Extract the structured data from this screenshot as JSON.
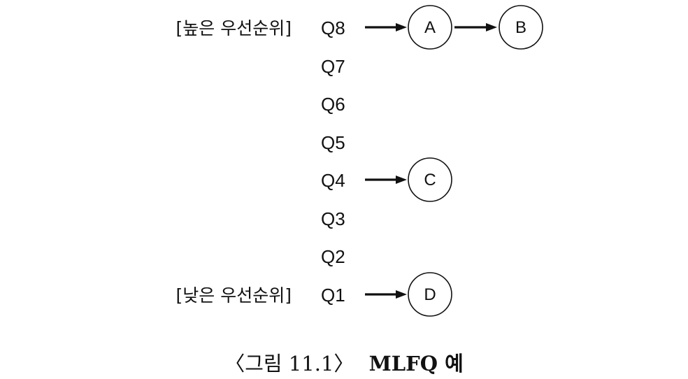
{
  "labels": {
    "high_priority": "[높은 우선순위]",
    "low_priority": "[낮은 우선순위]"
  },
  "queues": [
    "Q8",
    "Q7",
    "Q6",
    "Q5",
    "Q4",
    "Q3",
    "Q2",
    "Q1"
  ],
  "nodes": {
    "a": "A",
    "b": "B",
    "c": "C",
    "d": "D"
  },
  "caption": {
    "prefix": "〈그림 11.1〉",
    "title": "MLFQ 예"
  }
}
